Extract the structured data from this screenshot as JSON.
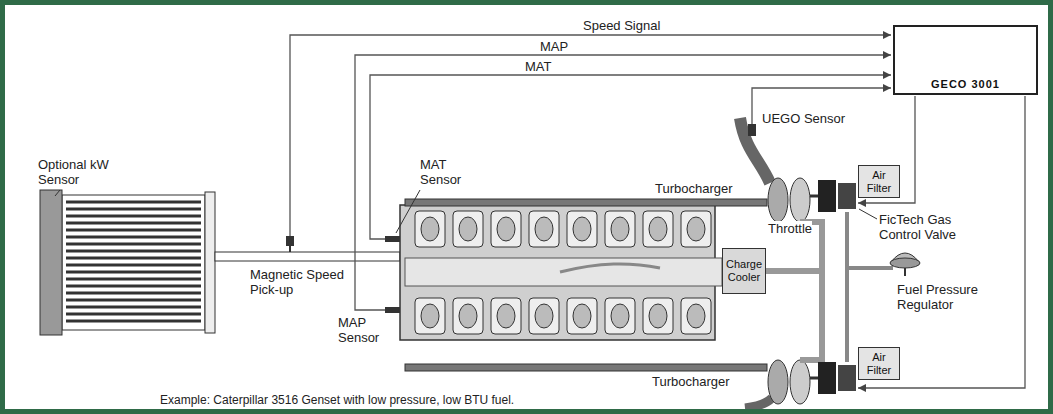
{
  "diagram": {
    "caption": "Example: Caterpillar 3516 Genset with low pressure, low BTU fuel.",
    "nodes": [
      {
        "text": [
          "GECO 3001"
        ]
      },
      {
        "text": [
          "Charge Cooler"
        ]
      },
      {
        "text": [
          "Air Filter"
        ]
      },
      {
        "text": [
          "Air Filter"
        ]
      }
    ],
    "labels": [
      "Speed Signal",
      "MAP",
      "MAT",
      "UEGO Sensor",
      "Optional kW Sensor",
      "MAT Sensor",
      "Turbocharger",
      "Throttle",
      "FicTech Gas Control Valve",
      "Fuel Pressure Regulator",
      "Magnetic Speed Pick-up",
      "MAP Sensor",
      "Turbocharger"
    ]
  }
}
